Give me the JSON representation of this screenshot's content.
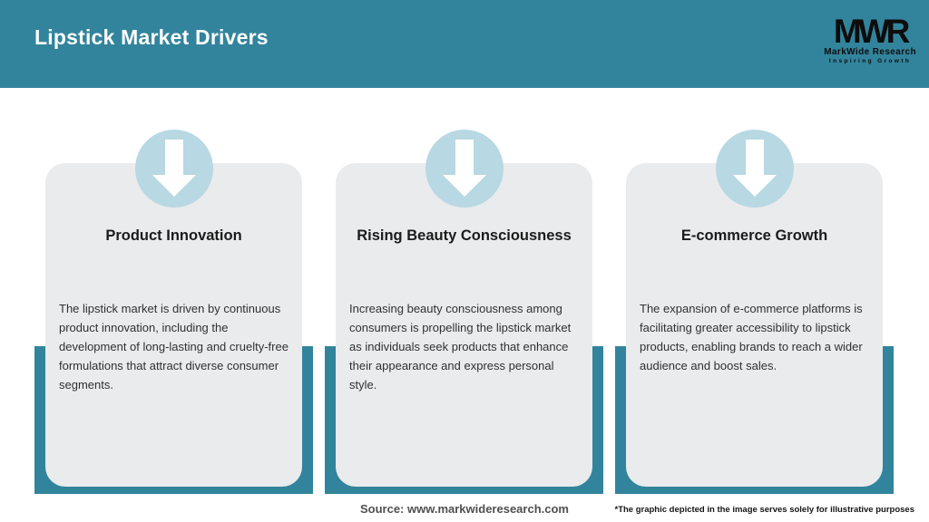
{
  "header": {
    "title": "Lipstick Market Drivers",
    "logo": {
      "acronym": "MWR",
      "name": "MarkWide Research",
      "tagline": "Inspiring Growth"
    }
  },
  "cards": [
    {
      "icon": "down-arrow-icon",
      "title": "Product Innovation",
      "description": "The lipstick market is driven by continuous product innovation, including the development of long-lasting and cruelty-free formulations that attract diverse consumer segments."
    },
    {
      "icon": "down-arrow-icon",
      "title": "Rising Beauty Consciousness",
      "description": "Increasing beauty consciousness among consumers is propelling the lipstick market as individuals seek products that enhance their appearance and express personal style."
    },
    {
      "icon": "down-arrow-icon",
      "title": "E-commerce Growth",
      "description": "The expansion of e-commerce platforms is facilitating greater accessibility to lipstick products, enabling brands to reach a wider audience and boost sales."
    }
  ],
  "footer": {
    "source": "Source: www.markwideresearch.com",
    "disclaimer": "*The graphic depicted in the image serves solely for illustrative purposes"
  },
  "colors": {
    "teal": "#32849c",
    "card_background": "#e9ebec",
    "icon_circle_blue": "#b8d8e3",
    "title_white": "#fdfdfd",
    "logo_black": "#0d0d0d"
  }
}
